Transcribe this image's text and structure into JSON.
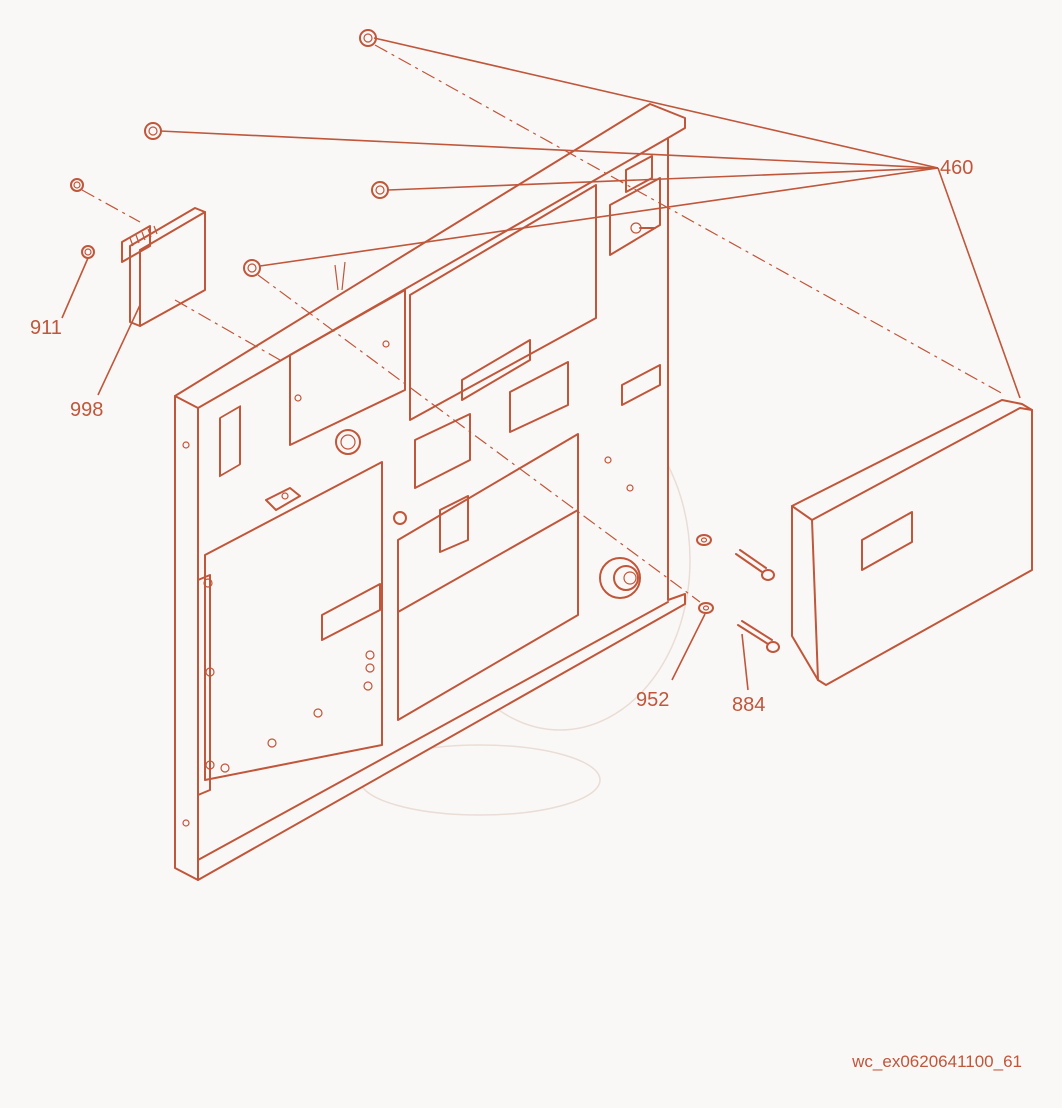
{
  "labels": {
    "p460": "460",
    "p911": "911",
    "p998": "998",
    "p952": "952",
    "p884": "884"
  },
  "footer": {
    "drawing_id": "wc_ex0620641100_61"
  },
  "colors": {
    "line": "#c0563a",
    "background": "#faf8f6"
  }
}
